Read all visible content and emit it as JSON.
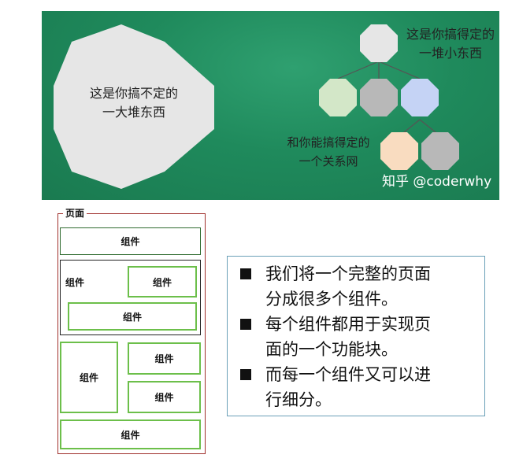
{
  "banner": {
    "left_label_line1": "这是你搞不定的",
    "left_label_line2": "一大堆东西",
    "top_label_line1": "这是你搞得定的",
    "top_label_line2": "一堆小东西",
    "bottom_label_line1": "和你能搞得定的",
    "bottom_label_line2": "一个关系网",
    "watermark": "知乎 @coderwhy",
    "colors": {
      "gray": "#e6e6e6",
      "mid_gray": "#b8b8b8",
      "light_green": "#d3e7c8",
      "blue": "#c5d3f5",
      "peach": "#f9dcc0"
    }
  },
  "page_diagram": {
    "page_label": "页面",
    "component_label": "组件"
  },
  "notes": [
    {
      "line1": "我们将一个完整的页面",
      "line2": "分成很多个组件。"
    },
    {
      "line1": "每个组件都用于实现页",
      "line2": "面的一个功能块。"
    },
    {
      "line1": "而每一个组件又可以进",
      "line2": "行细分。"
    }
  ]
}
